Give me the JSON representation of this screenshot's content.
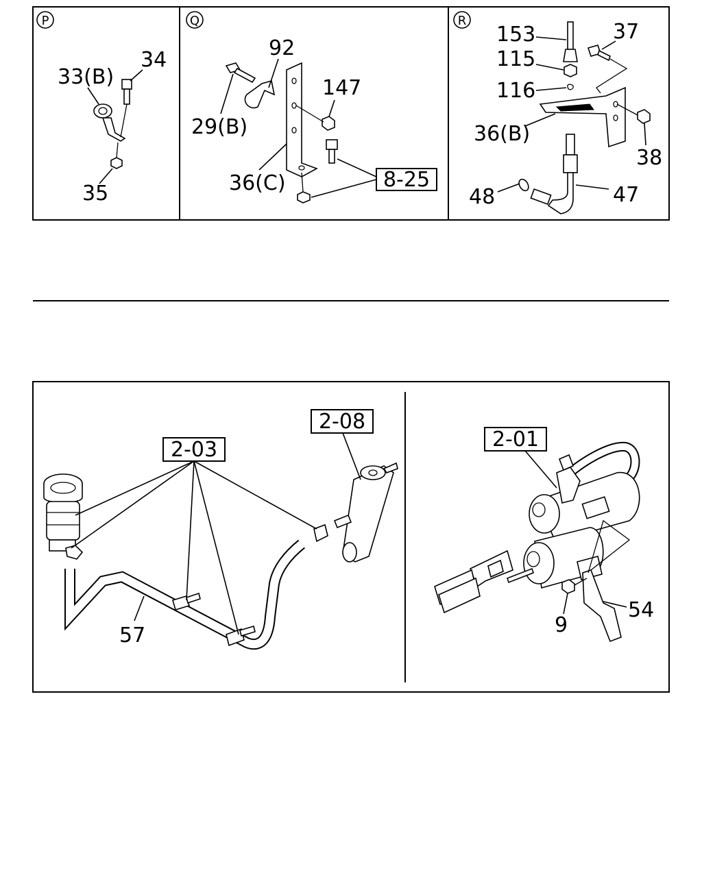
{
  "panels": {
    "P": {
      "marker": "P",
      "labels": {
        "p33": "33(B)",
        "p34": "34",
        "p35": "35"
      }
    },
    "Q": {
      "marker": "Q",
      "labels": {
        "p92": "92",
        "p147": "147",
        "p29": "29(B)",
        "p36": "36(C)",
        "ref": "8-25"
      }
    },
    "R": {
      "marker": "R",
      "labels": {
        "p153": "153",
        "p37": "37",
        "p115": "115",
        "p116": "116",
        "p36": "36(B)",
        "p38": "38",
        "p48": "48",
        "p47": "47"
      }
    }
  },
  "lower": {
    "left": {
      "labels": {
        "ref203": "2-03",
        "ref208": "2-08",
        "p57": "57"
      }
    },
    "right": {
      "labels": {
        "ref201": "2-01",
        "p9": "9",
        "p54": "54"
      }
    }
  }
}
